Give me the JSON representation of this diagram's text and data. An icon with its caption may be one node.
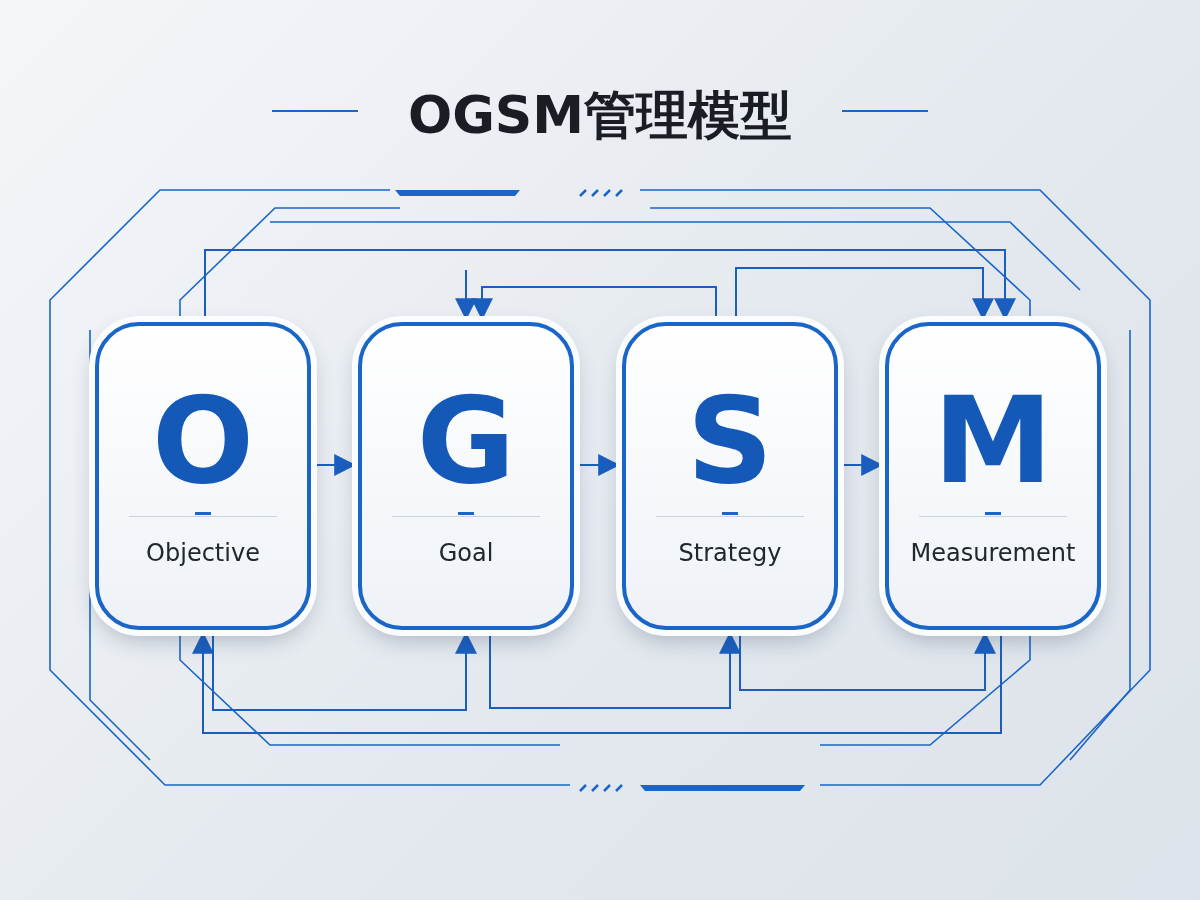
{
  "diagram": {
    "title": "OGSM管理模型",
    "nodes": [
      {
        "text": [
          "O",
          "Objective"
        ]
      },
      {
        "text": [
          "G",
          "Goal"
        ]
      },
      {
        "text": [
          "S",
          "Strategy"
        ]
      },
      {
        "text": [
          "M",
          "Measurement"
        ]
      }
    ],
    "edges": [
      {
        "from": 0,
        "to": 1,
        "arrow": "to"
      },
      {
        "from": 1,
        "to": 2,
        "arrow": "to"
      },
      {
        "from": 2,
        "to": 3,
        "arrow": "to"
      },
      {
        "from": 0,
        "to": 3,
        "arrow": "to"
      },
      {
        "from": null,
        "to": 1,
        "arrow": "to"
      },
      {
        "from": 2,
        "to": 1,
        "arrow": "to"
      },
      {
        "from": 2,
        "to": 3,
        "arrow": "both"
      },
      {
        "from": 0,
        "to": 1,
        "arrow": "to"
      },
      {
        "from": 1,
        "to": 2,
        "arrow": "to"
      },
      {
        "from": 2,
        "to": 3,
        "arrow": "to"
      },
      {
        "from": 3,
        "to": 0,
        "arrow": "to"
      }
    ]
  }
}
